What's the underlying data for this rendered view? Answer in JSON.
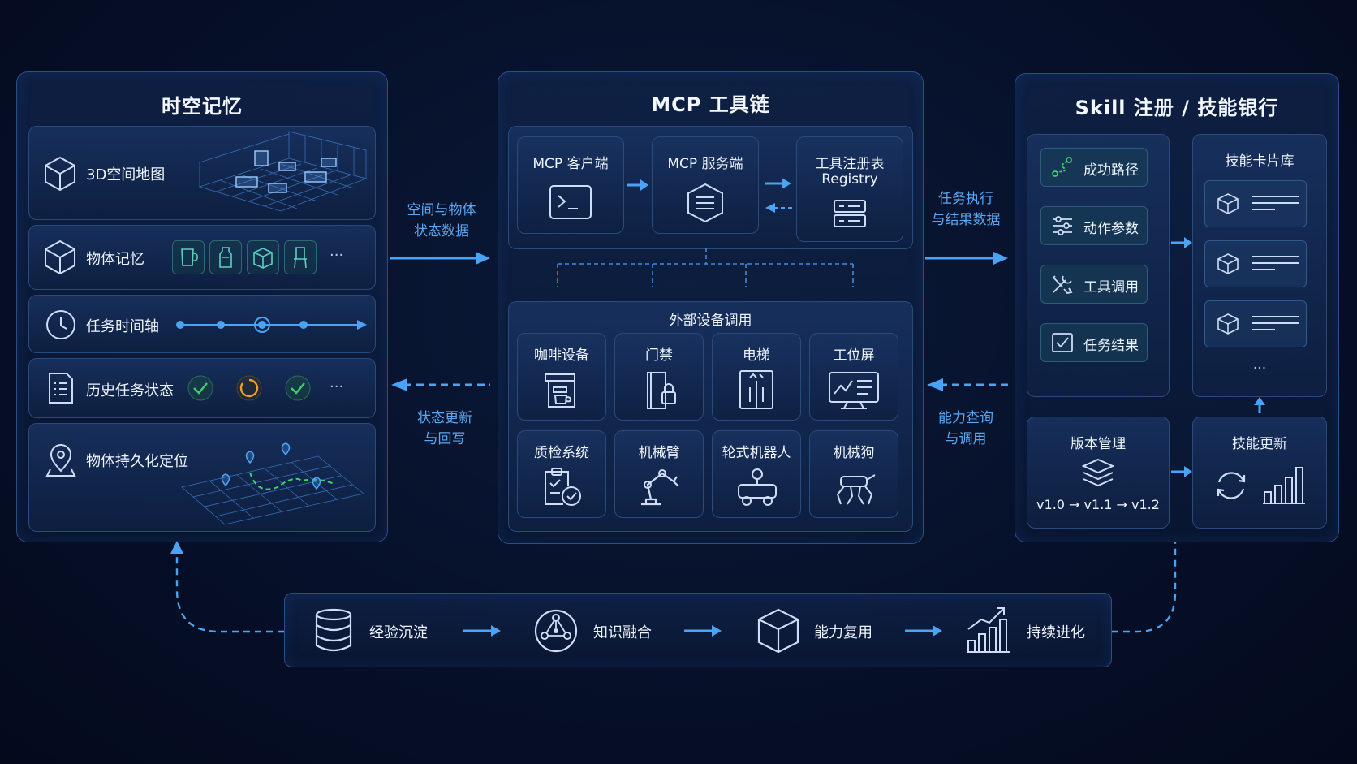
{
  "memory": {
    "title": "时空记忆",
    "items": [
      {
        "label": "3D空间地图",
        "icon": "cube-icon"
      },
      {
        "label": "物体记忆",
        "icon": "cube-icon"
      },
      {
        "label": "任务时间轴",
        "icon": "clock-icon"
      },
      {
        "label": "历史任务状态",
        "icon": "document-list-icon"
      },
      {
        "label": "物体持久化定位",
        "icon": "location-pin-icon"
      }
    ],
    "more": "···"
  },
  "mcp": {
    "title": "MCP 工具链",
    "client": "MCP 客户端",
    "server": "MCP 服务端",
    "registry_line1": "工具注册表",
    "registry_line2": "Registry",
    "external_title": "外部设备调用",
    "devices": [
      "咖啡设备",
      "门禁",
      "电梯",
      "工位屏",
      "质检系统",
      "机械臂",
      "轮式机器人",
      "机械狗"
    ]
  },
  "skill": {
    "title": "Skill 注册 / 技能银行",
    "items": [
      "成功路径",
      "动作参数",
      "工具调用",
      "任务结果"
    ],
    "card_lib": "技能卡片库",
    "card_more": "···",
    "version_title": "版本管理",
    "version_flow": "v1.0 → v1.1 → v1.2",
    "update_title": "技能更新"
  },
  "arrows": {
    "to_mcp_line1": "空间与物体",
    "to_mcp_line2": "状态数据",
    "from_mcp_line1": "状态更新",
    "from_mcp_line2": "与回写",
    "to_skill_line1": "任务执行",
    "to_skill_line2": "与结果数据",
    "from_skill_line1": "能力查询",
    "from_skill_line2": "与调用"
  },
  "bottom": {
    "steps": [
      "经验沉淀",
      "知识融合",
      "能力复用",
      "持续进化"
    ]
  },
  "colors": {
    "accent": "#4aa3f5",
    "check": "#3ecf6e",
    "progress": "#f0a020",
    "panel_border": "#2a4f86"
  }
}
